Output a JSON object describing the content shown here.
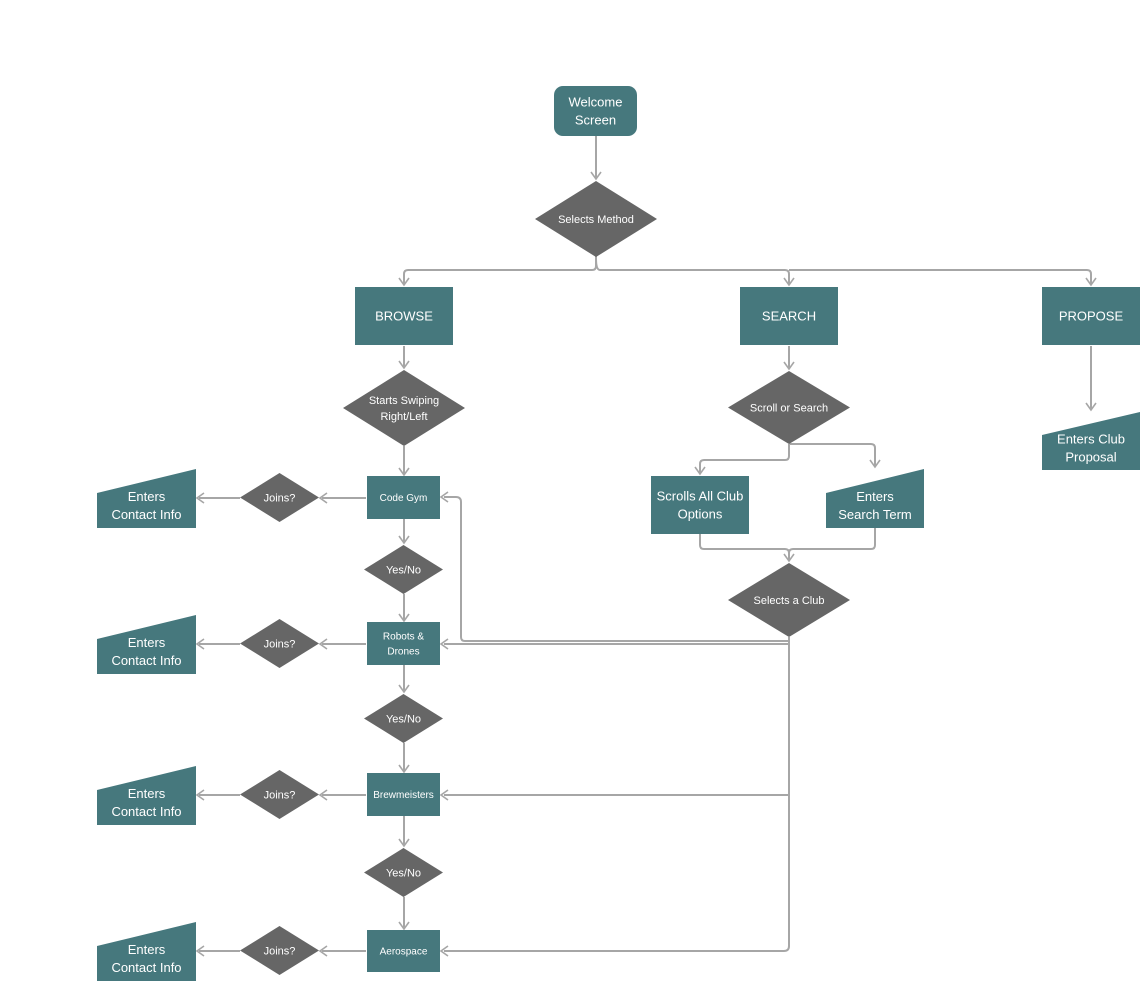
{
  "colors": {
    "process": "#46787d",
    "decision": "#666666",
    "connector": "#a6a6a6",
    "text": "#ffffff"
  },
  "nodes": {
    "welcome": [
      "Welcome",
      "Screen"
    ],
    "selects_method": [
      "Selects Method"
    ],
    "browse": [
      "BROWSE"
    ],
    "search": [
      "SEARCH"
    ],
    "propose": [
      "PROPOSE"
    ],
    "starts_swiping": [
      "Starts Swiping",
      "Right/Left"
    ],
    "scroll_or_search": [
      "Scroll or Search"
    ],
    "enters_club_proposal": [
      "Enters Club",
      "Proposal"
    ],
    "scrolls_all": [
      "Scrolls All Club",
      "Options"
    ],
    "enters_search_term": [
      "Enters",
      "Search Term"
    ],
    "selects_a_club": [
      "Selects a Club"
    ],
    "code_gym": [
      "Code Gym"
    ],
    "robots_drones": [
      "Robots &",
      "Drones"
    ],
    "brewmeisters": [
      "Brewmeisters"
    ],
    "aerospace": [
      "Aerospace"
    ],
    "yes_no": [
      "Yes/No"
    ],
    "joins": [
      "Joins?"
    ],
    "enters_contact": [
      "Enters",
      "Contact Info"
    ]
  }
}
